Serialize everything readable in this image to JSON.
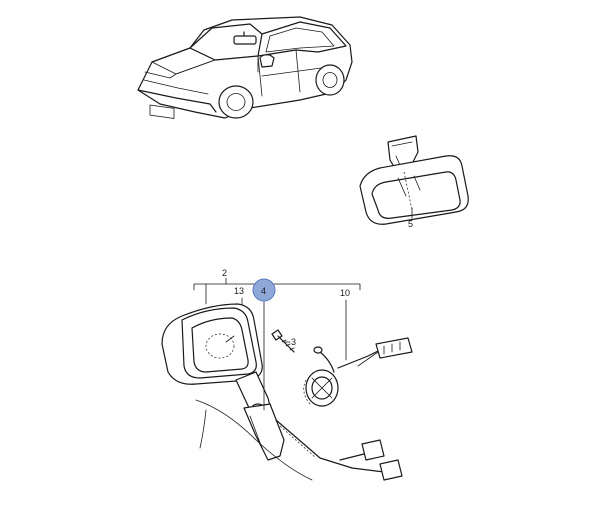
{
  "diagram": {
    "callouts": [
      {
        "id": "c2",
        "label": "2"
      },
      {
        "id": "c13",
        "label": "13"
      },
      {
        "id": "c4",
        "label": "4",
        "highlighted": true
      },
      {
        "id": "c10",
        "label": "10"
      },
      {
        "id": "c3",
        "label": "3"
      },
      {
        "id": "c5",
        "label": "5"
      }
    ],
    "colors": {
      "line": "#1a1a1a",
      "highlight_fill": "#8fa8d8",
      "highlight_stroke": "#5a7cc0",
      "background": "#ffffff"
    }
  }
}
